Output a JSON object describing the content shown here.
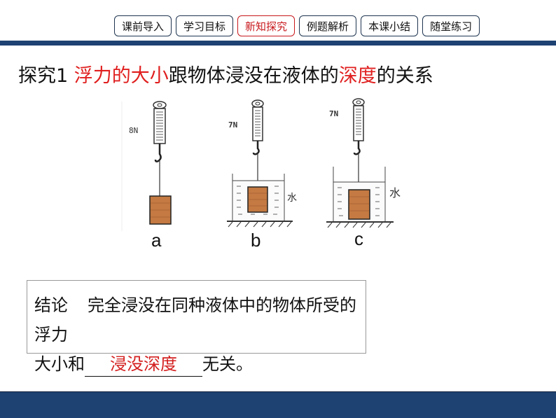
{
  "nav": {
    "items": [
      {
        "label": "课前导入",
        "active": false
      },
      {
        "label": "学习目标",
        "active": false
      },
      {
        "label": "新知探究",
        "active": true
      },
      {
        "label": "例题解析",
        "active": false
      },
      {
        "label": "本课小结",
        "active": false
      },
      {
        "label": "随堂练习",
        "active": false
      }
    ]
  },
  "title": {
    "prefix": "探究1 ",
    "red1": "浮力的大小",
    "middle": "跟物体浸没在液体的",
    "red2": "深度",
    "suffix": "的关系"
  },
  "figures": [
    {
      "label": "a",
      "reading": "8N",
      "liquid": ""
    },
    {
      "label": "b",
      "reading": "7N",
      "liquid": "水"
    },
    {
      "label": "c",
      "reading": "7N",
      "liquid": "水"
    }
  ],
  "conclusion": {
    "lead": "结论",
    "line1": "完全浸没在同种液体中的物体所受的浮力",
    "line2_prefix": "大小和",
    "answer": "浸没深度",
    "line2_suffix": "无关。"
  },
  "colors": {
    "brand_blue": "#1e4272",
    "accent_red": "#e01e1e"
  }
}
